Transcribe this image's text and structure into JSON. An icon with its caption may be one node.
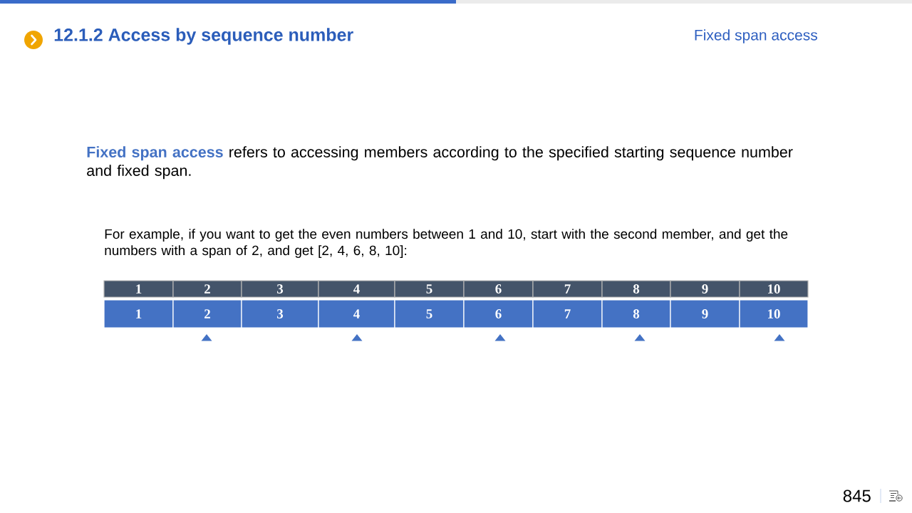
{
  "diagram": {
    "title": "12.1.2 Access by sequence number",
    "nodes": [
      {
        "text": [
          "1"
        ]
      },
      {
        "text": [
          "2"
        ]
      },
      {
        "text": [
          "3"
        ]
      },
      {
        "text": [
          "4"
        ]
      },
      {
        "text": [
          "5"
        ]
      },
      {
        "text": [
          "6"
        ]
      },
      {
        "text": [
          "7"
        ]
      },
      {
        "text": [
          "8"
        ]
      },
      {
        "text": [
          "9"
        ]
      },
      {
        "text": [
          "10"
        ]
      },
      {
        "text": [
          "1"
        ]
      },
      {
        "text": [
          "2"
        ]
      },
      {
        "text": [
          "3"
        ]
      },
      {
        "text": [
          "4"
        ]
      },
      {
        "text": [
          "5"
        ]
      },
      {
        "text": [
          "6"
        ]
      },
      {
        "text": [
          "7"
        ]
      },
      {
        "text": [
          "8"
        ]
      },
      {
        "text": [
          "9"
        ]
      },
      {
        "text": [
          "10"
        ]
      }
    ],
    "labels": [
      "Fixed span access",
      "**Fixed span access** refers to accessing members according to the specified starting sequence number and fixed span.",
      "For example, if you want to get the even numbers between 1 and 10, start with the second member, and get the numbers with a span of 2, and get [2, 4, 6, 8, 10]:",
      "845"
    ]
  }
}
